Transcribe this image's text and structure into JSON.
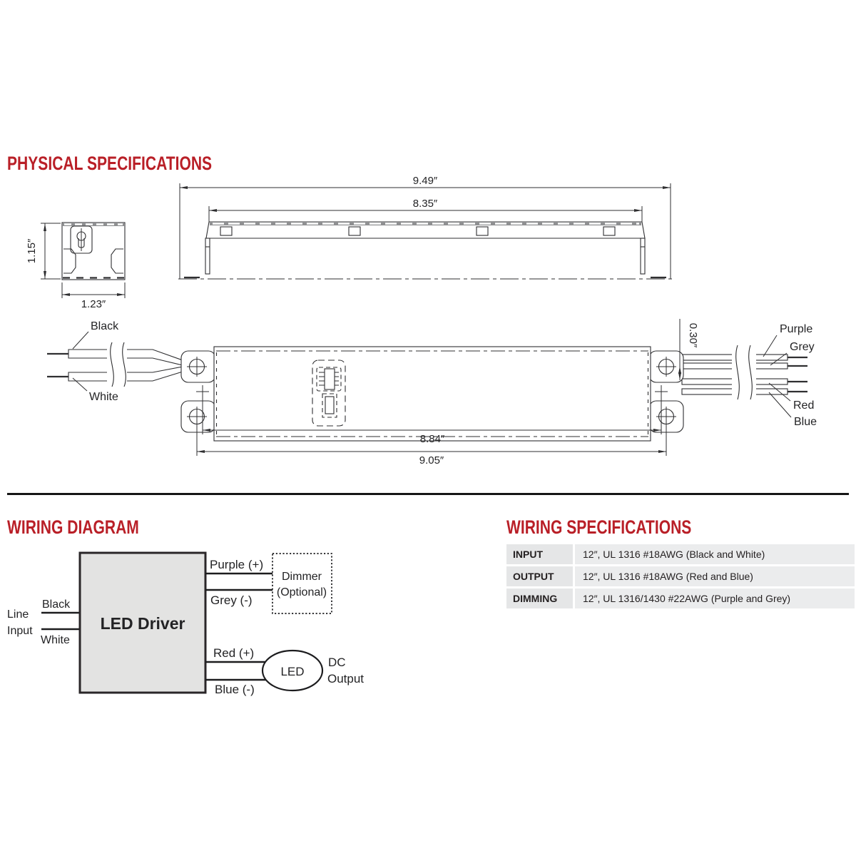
{
  "physical": {
    "title": "PHYSICAL SPECIFICATIONS",
    "top_view": {
      "overall_length": "9.49″",
      "mounting_length": "8.35″"
    },
    "end_view": {
      "height": "1.15″",
      "width": "1.23″"
    },
    "front_view": {
      "input_wire_labels": [
        "Black",
        "White"
      ],
      "output_wire_labels": [
        "Purple",
        "Grey",
        "Red",
        "Blue"
      ],
      "wire_gap": "0.30″",
      "mounting_hole_span": "8.84″",
      "bracket_span": "9.05″"
    }
  },
  "wiring_diagram": {
    "title": "WIRING DIAGRAM",
    "driver_label": "LED Driver",
    "line_input_label": [
      "Line",
      "Input"
    ],
    "input_wires": [
      "Black",
      "White"
    ],
    "dimming_wires": [
      "Purple (+)",
      "Grey (-)"
    ],
    "dimmer_label": [
      "Dimmer",
      "(Optional)"
    ],
    "output_wires": [
      "Red (+)",
      "Blue (-)"
    ],
    "led_label": "LED",
    "dc_output_label": [
      "DC",
      "Output"
    ]
  },
  "wiring_specs": {
    "title": "WIRING SPECIFICATIONS",
    "rows": [
      {
        "label": "INPUT",
        "value": "12″, UL 1316 #18AWG (Black and White)"
      },
      {
        "label": "OUTPUT",
        "value": "12″, UL 1316 #18AWG (Red and Blue)"
      },
      {
        "label": "DIMMING",
        "value": "12″, UL 1316/1430 #22AWG (Purple and Grey)"
      }
    ]
  },
  "colors": {
    "accent_red": "#B91F27",
    "line": "#2F2F31",
    "driver_fill": "#E3E3E2",
    "table_label_bg": "#E5E6E7",
    "table_value_bg": "#EBECED"
  }
}
